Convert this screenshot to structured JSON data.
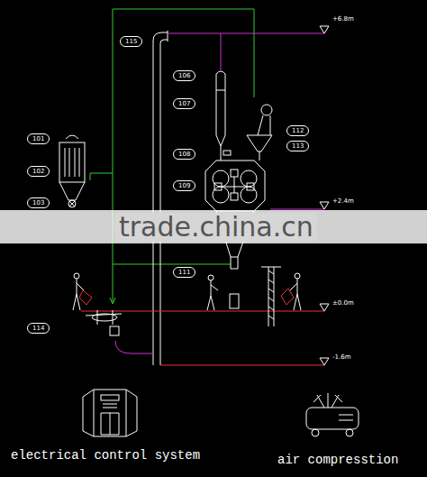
{
  "diagram": {
    "labels": [
      "115",
      "106",
      "107",
      "108",
      "109",
      "101",
      "102",
      "103",
      "112",
      "113",
      "+6.8m",
      "+2.4m",
      "±0.0m",
      "-1.6m",
      "111",
      "114",
      "trade.china.cn",
      "electrical control system",
      "air compresstion"
    ]
  }
}
